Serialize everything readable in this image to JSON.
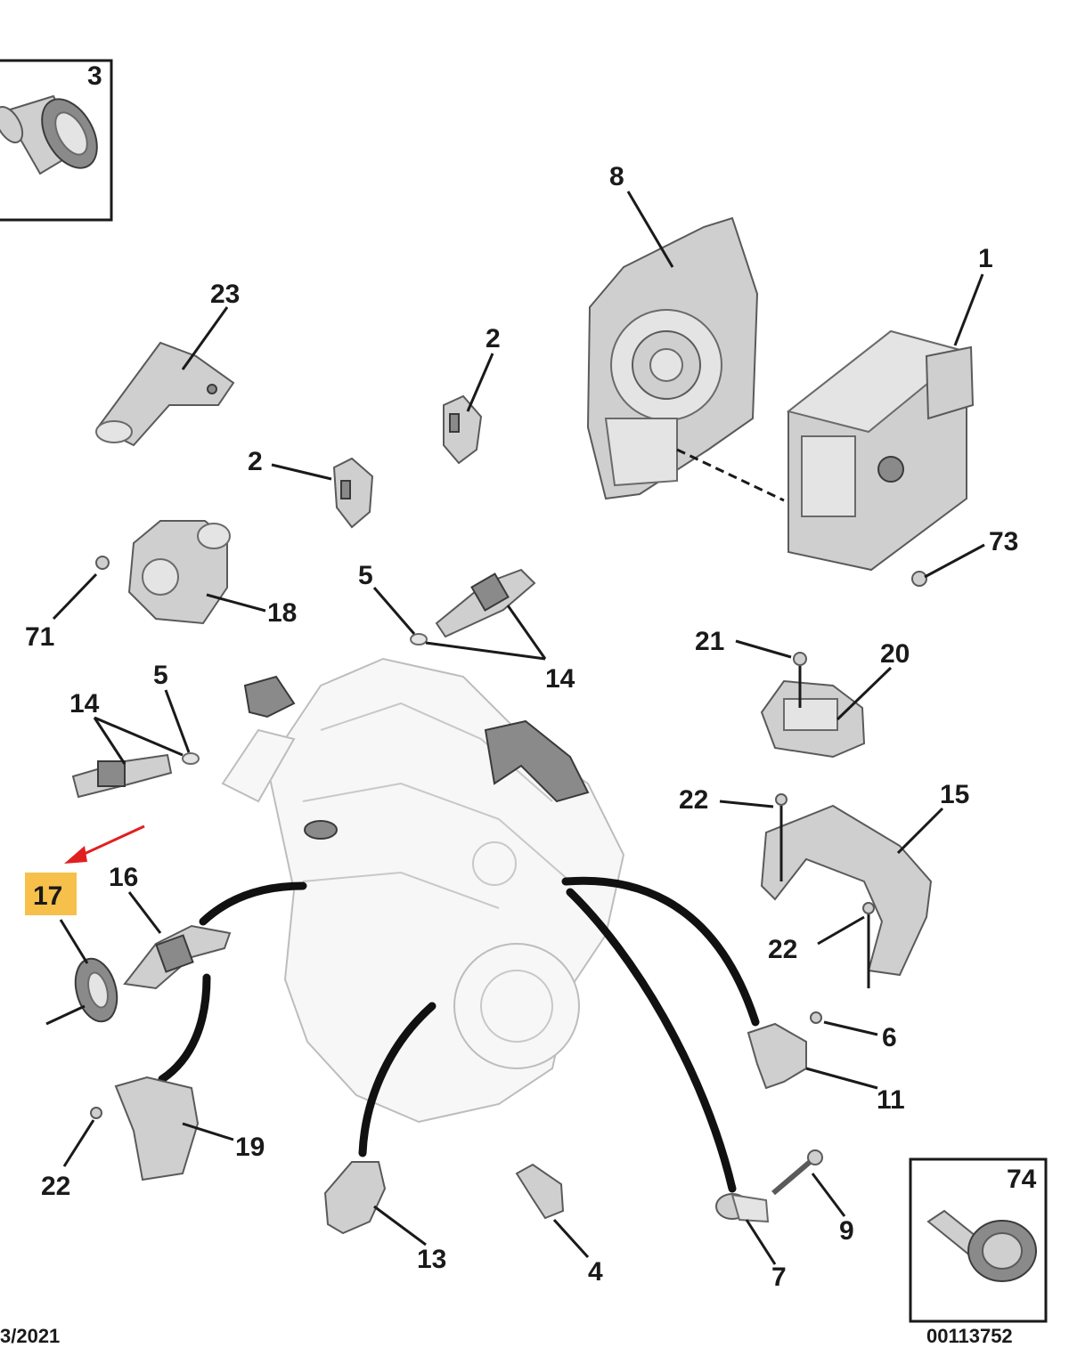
{
  "diagram": {
    "highlighted_callout": "17",
    "highlight_color": "#f7c04a",
    "arrow_color": "#e02020",
    "callouts": [
      "3",
      "8",
      "1",
      "23",
      "2",
      "2",
      "73",
      "5",
      "71",
      "18",
      "14",
      "21",
      "20",
      "5",
      "14",
      "22",
      "15",
      "17",
      "16",
      "22",
      "6",
      "11",
      "19",
      "22",
      "74",
      "9",
      "13",
      "4",
      "7"
    ],
    "footer_left": "3/2021",
    "footer_right": "00113752"
  }
}
